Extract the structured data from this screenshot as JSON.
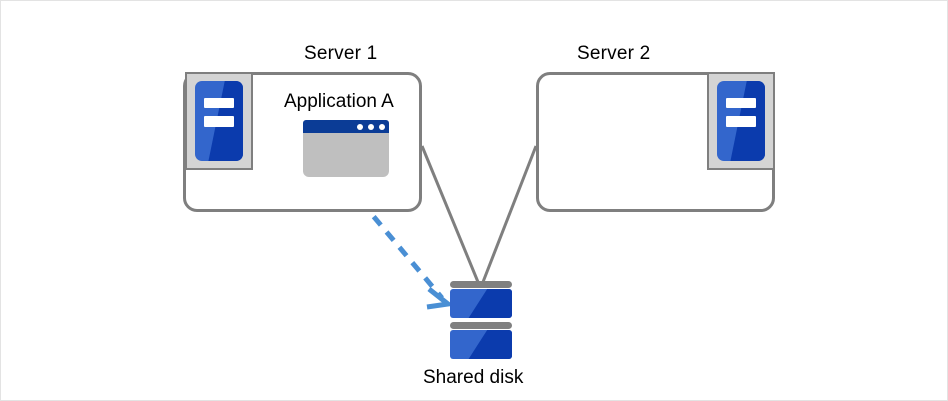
{
  "diagram": {
    "type": "cluster-shared-disk-topology",
    "background": "#ffffff",
    "border_color": "#e3e3e3"
  },
  "colors": {
    "box_stroke": "#7f7f7f",
    "connector": "#7f7f7f",
    "arrow": "#4a8fd4",
    "icon_blue_light": "#3366cc",
    "icon_blue_dark": "#0b3bad",
    "icon_frame_gray": "#d4d4d4",
    "window_titlebar": "#0b3c96",
    "window_body": "#bfbfbf",
    "disk_platter": "#808080",
    "text": "#000000"
  },
  "nodes": {
    "server1": {
      "label": "Server 1",
      "icon": "server-icon",
      "icon_position": "left",
      "has_application": true
    },
    "server2": {
      "label": "Server 2",
      "icon": "server-icon",
      "icon_position": "right",
      "has_application": false
    },
    "application": {
      "label": "Application  A",
      "icon": "application-window-icon",
      "window_dots": 3
    },
    "shared_disk": {
      "label": "Shared disk",
      "icon": "disk-stack-icon",
      "units": 2
    }
  },
  "connections": [
    {
      "name": "server1-to-disk",
      "from": "server1",
      "to": "shared-disk",
      "style": "solid",
      "color": "#7f7f7f",
      "arrowhead": false
    },
    {
      "name": "server2-to-disk",
      "from": "server2",
      "to": "shared-disk",
      "style": "solid",
      "color": "#7f7f7f",
      "arrowhead": false
    },
    {
      "name": "application-to-disk-access",
      "from": "application",
      "to": "shared-disk",
      "style": "dashed",
      "color": "#4a8fd4",
      "arrowhead": true
    }
  ]
}
